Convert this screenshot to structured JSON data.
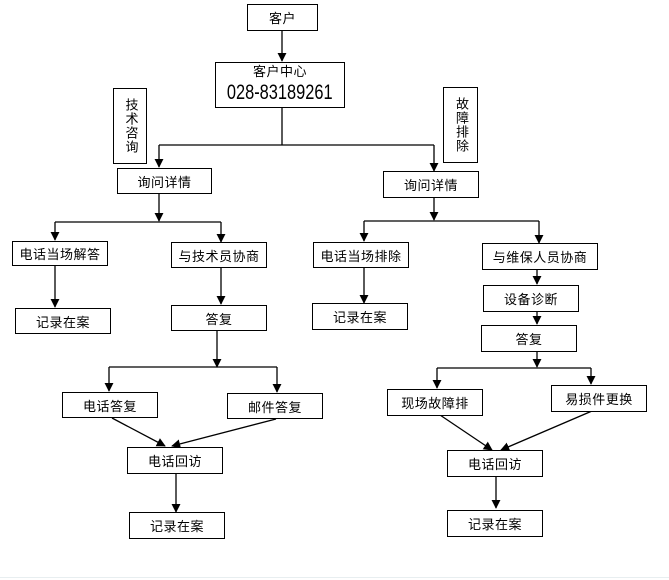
{
  "diagram": {
    "nodes": {
      "customer": "客户",
      "customer_center": {
        "title": "客户中心",
        "phone": "028-83189261"
      },
      "tech_consult_label": "技术咨询",
      "fault_fix_label": "故障排除",
      "left": {
        "inquire": "询问详情",
        "phone_answer": "电话当场解答",
        "record_1": "记录在案",
        "consult_tech": "与技术员协商",
        "reply": "答复",
        "phone_reply": "电话答复",
        "email_reply": "邮件答复",
        "callback": "电话回访",
        "record_2": "记录在案"
      },
      "right": {
        "inquire": "询问详情",
        "phone_fix": "电话当场排除",
        "record_1": "记录在案",
        "consult_maint": "与维保人员协商",
        "diagnose": "设备诊断",
        "reply": "答复",
        "onsite_fix": "现场故障排",
        "parts_replace": "易损件更换",
        "callback": "电话回访",
        "record_2": "记录在案"
      }
    },
    "edges": [
      [
        "customer",
        "customer_center"
      ],
      [
        "customer_center",
        "left.inquire"
      ],
      [
        "customer_center",
        "right.inquire"
      ],
      [
        "left.inquire",
        "left.phone_answer"
      ],
      [
        "left.inquire",
        "left.consult_tech"
      ],
      [
        "left.phone_answer",
        "left.record_1"
      ],
      [
        "left.consult_tech",
        "left.reply"
      ],
      [
        "left.reply",
        "left.phone_reply"
      ],
      [
        "left.reply",
        "left.email_reply"
      ],
      [
        "left.phone_reply",
        "left.callback"
      ],
      [
        "left.email_reply",
        "left.callback"
      ],
      [
        "left.callback",
        "left.record_2"
      ],
      [
        "right.inquire",
        "right.phone_fix"
      ],
      [
        "right.inquire",
        "right.consult_maint"
      ],
      [
        "right.phone_fix",
        "right.record_1"
      ],
      [
        "right.consult_maint",
        "right.diagnose"
      ],
      [
        "right.diagnose",
        "right.reply"
      ],
      [
        "right.reply",
        "right.onsite_fix"
      ],
      [
        "right.reply",
        "right.parts_replace"
      ],
      [
        "right.onsite_fix",
        "right.callback"
      ],
      [
        "right.parts_replace",
        "right.callback"
      ],
      [
        "right.callback",
        "right.record_2"
      ]
    ]
  }
}
